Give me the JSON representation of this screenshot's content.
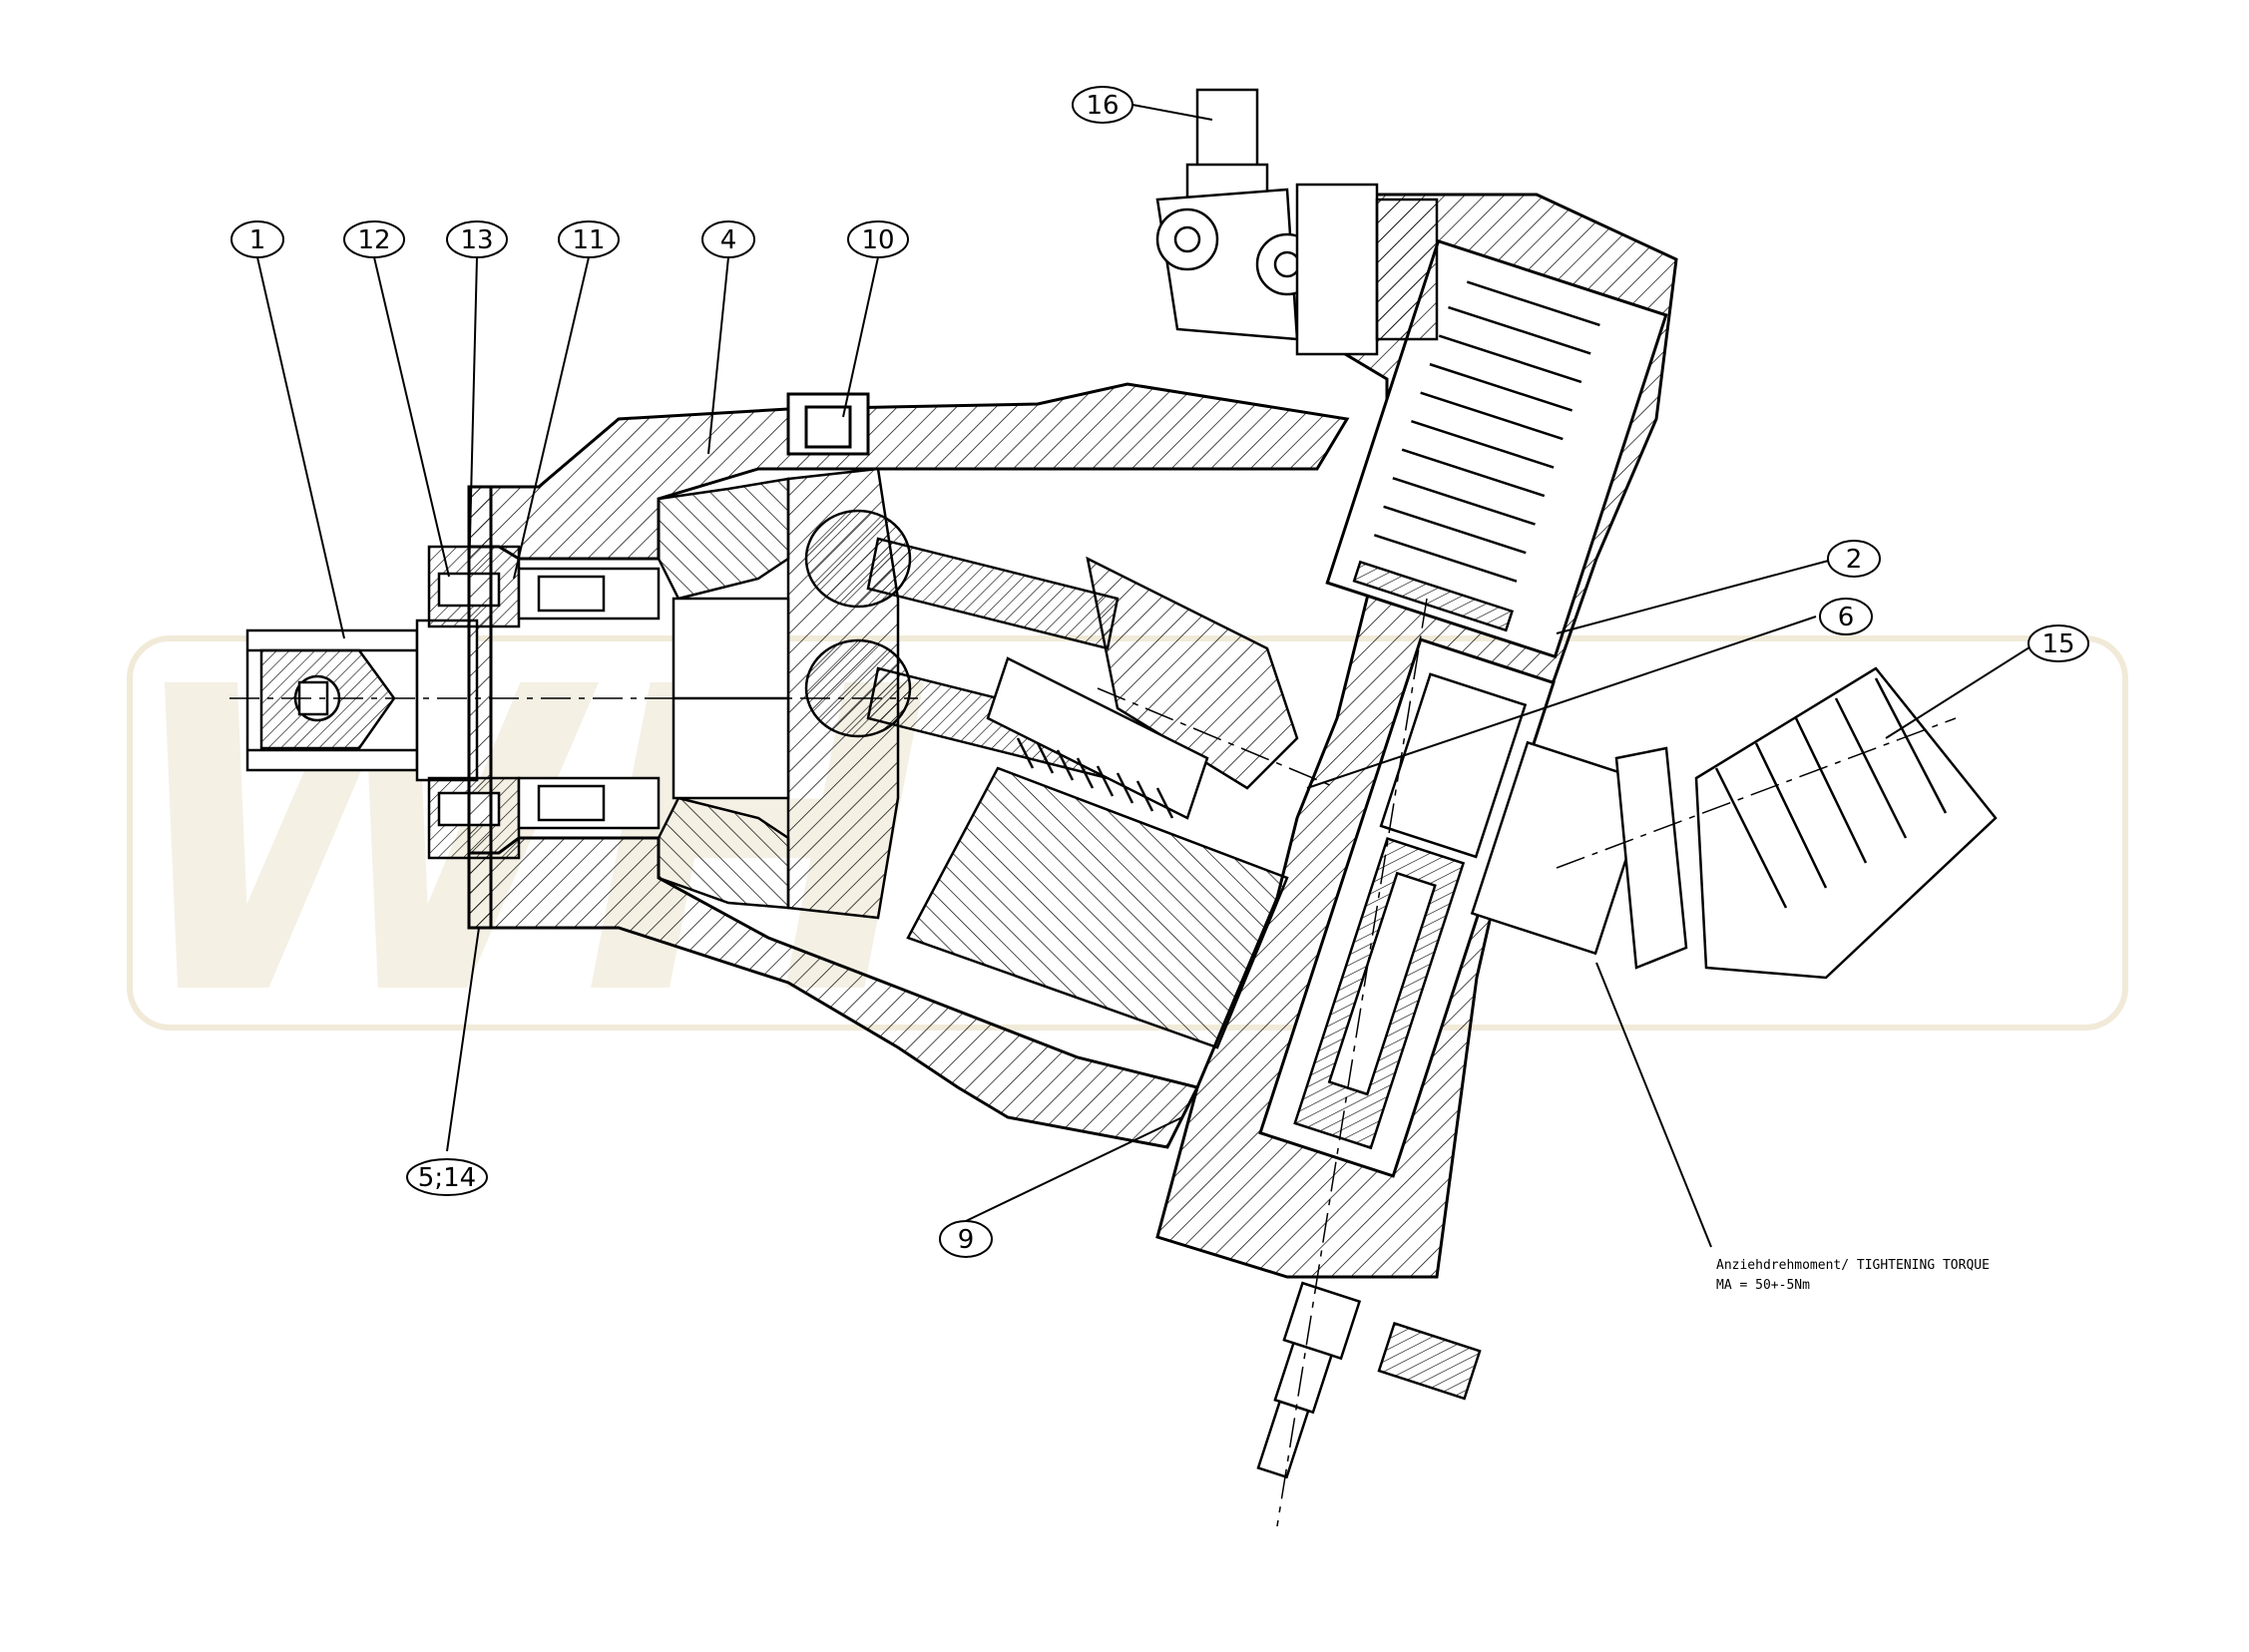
{
  "diagram": {
    "watermark_text": "WH",
    "watermark_color": "#ece4cf",
    "line_color": "#000000",
    "callouts": [
      "1",
      "12",
      "13",
      "11",
      "4",
      "10",
      "16",
      "2",
      "6",
      "15",
      "5;14",
      "9"
    ],
    "note_line_1": "Anziehdrehmoment/ TIGHTENING TORQUE",
    "note_line_2": "MA = 50+-5Nm"
  }
}
